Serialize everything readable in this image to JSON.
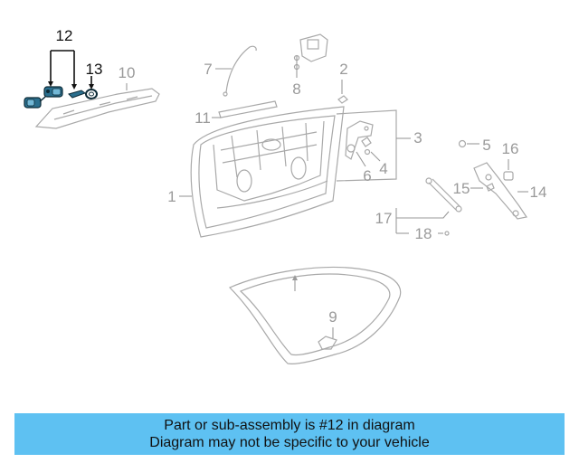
{
  "labels": {
    "p1": "1",
    "p2": "2",
    "p3": "3",
    "p4": "4",
    "p5": "5",
    "p6": "6",
    "p7": "7",
    "p8": "8",
    "p9": "9",
    "p10": "10",
    "p11": "11",
    "p12": "12",
    "p13": "13",
    "p14": "14",
    "p15": "15",
    "p16": "16",
    "p17": "17",
    "p18": "18"
  },
  "footer": {
    "line1": "Part or sub-assembly is #12 in diagram",
    "line2": "Diagram may not be specific to your vehicle"
  },
  "colors": {
    "banner": "#5ec1f2",
    "highlight_part": "#1f4f66",
    "ghost_lines": "#a9a9a9"
  }
}
